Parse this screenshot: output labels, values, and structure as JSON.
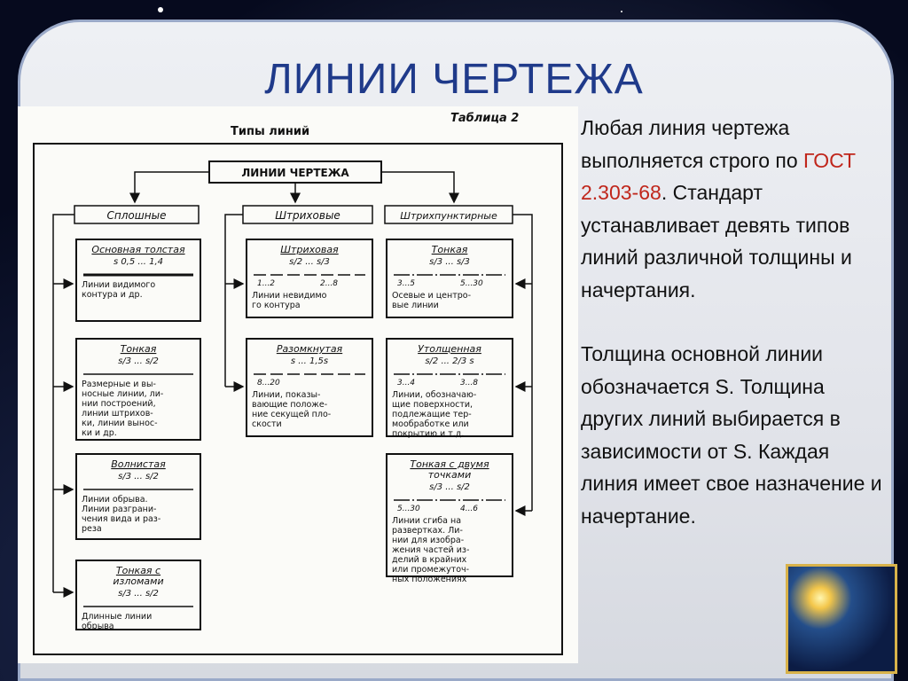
{
  "slide": {
    "title": "ЛИНИИ ЧЕРТЕЖА",
    "text_p1_a": "Любая линия чертежа выполняется строго по",
    "text_p1_gost": "ГОСТ 2.303-68",
    "text_p1_b": ". Стандарт устанавливает девять типов линий различной толщины и начертания.",
    "text_p2": "Толщина основной линии обозначается S. Толщина других линий выбирается в зависимости от S. Каждая линия имеет свое назначение и начертание.",
    "gost_color": "#c0261b",
    "title_color": "#1f3a8a"
  },
  "diagram": {
    "table_label": "Таблица 2",
    "heading": "Типы линий",
    "root": "ЛИНИИ ЧЕРТЕЖА",
    "groups": [
      "Сплошные",
      "Штриховые",
      "Штрихпунктирные"
    ],
    "col1": [
      {
        "name": "Основная толстая",
        "size": "s 0,5 ... 1,4",
        "desc": [
          "Линии видимого",
          "контура и др."
        ]
      },
      {
        "name": "Тонкая",
        "size": "s/3 ... s/2",
        "desc": [
          "Размерные и вы-",
          "носные линии, ли-",
          "нии построений,",
          "линии штрихов-",
          "ки, линии вынос-",
          "ки и др."
        ]
      },
      {
        "name": "Волнистая",
        "size": "s/3 ... s/2",
        "desc": [
          "Линии обрыва.",
          "Линии разграни-",
          "чения вида и раз-",
          "реза"
        ]
      },
      {
        "name": "Тонкая с",
        "name2": "изломами",
        "size": "s/3 ... s/2",
        "desc": [
          "Длинные линии",
          "обрыва"
        ]
      }
    ],
    "col2": [
      {
        "name": "Штриховая",
        "size": "s/2 ... s/3",
        "dims": [
          "1...2",
          "2...8"
        ],
        "desc": [
          "Линии невидимо",
          "го контура"
        ]
      },
      {
        "name": "Разомкнутая",
        "size": "s ... 1,5s",
        "dims": [
          "8...20"
        ],
        "desc": [
          "Линии, показы-",
          "вающие положе-",
          "ние секущей пло-",
          "скости"
        ]
      }
    ],
    "col3": [
      {
        "name": "Тонкая",
        "size": "s/3 ... s/3",
        "dims": [
          "3...5",
          "5...30"
        ],
        "desc": [
          "Осевые и центро-",
          "вые линии"
        ]
      },
      {
        "name": "Утолщенная",
        "size": "s/2 ... 2/3 s",
        "dims": [
          "3...4",
          "3...8"
        ],
        "desc": [
          "Линии, обозначаю-",
          "щие поверхности,",
          "подлежащие тер-",
          "мообработке или",
          "покрытию и т.д."
        ]
      },
      {
        "name": "Тонкая с двумя",
        "name2": "точками",
        "size": "s/3 ... s/2",
        "dims": [
          "5...30",
          "4...6"
        ],
        "desc": [
          "Линии сгиба на",
          "развертках. Ли-",
          "нии для изобра-",
          "жения частей из-",
          "делий в крайних",
          "или промежуточ-",
          "ных положениях"
        ]
      }
    ]
  }
}
